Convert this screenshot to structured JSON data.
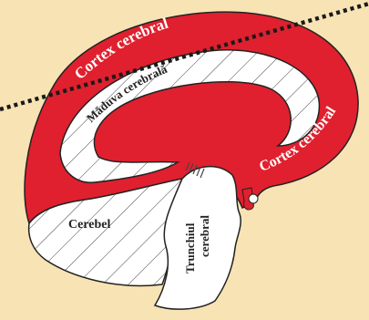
{
  "labels": {
    "cortex_top": "Cortex cerebral",
    "cortex_right": "Cortex cerebral",
    "maduva": "Măduva cerebrală",
    "cerebel": "Cerebel",
    "trunchiul_line1": "Trunchiul",
    "trunchiul_line2": "cerebral"
  },
  "colors": {
    "background": "#f7e3b4",
    "cortex": "#e0202e",
    "white_matter": "#ffffff",
    "outline": "#222222",
    "hatch": "#444444",
    "cut_line": "#1a1a1a"
  }
}
